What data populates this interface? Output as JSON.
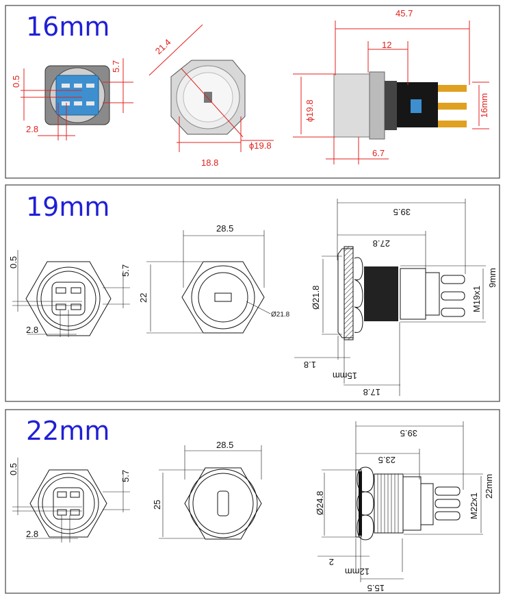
{
  "panels": [
    {
      "title": "16mm",
      "labels": {
        "pin_offset": "0.5",
        "pin_height": "5.7",
        "pin_pitch": "2.8",
        "diagonal": "21.4",
        "diameter": "ϕ19.8",
        "width": "18.8",
        "total_length": "45.7",
        "thread_length": "12",
        "head_diameter": "ϕ19.8",
        "thread": "16mm",
        "head_length": "6.7"
      }
    },
    {
      "title": "19mm",
      "labels": {
        "pin_offset": "0.5",
        "pin_height": "5.7",
        "pin_pitch": "2.8",
        "width": "28.5",
        "height": "22",
        "diameter": "Ø21.8",
        "total_length": "39.5",
        "body_length": "27.8",
        "head_diameter": "Ø21.8",
        "thread": "M19x1",
        "pin_span": "9mm",
        "head_thickness": "1.8",
        "panel": "15mm",
        "thread_length": "17.8"
      }
    },
    {
      "title": "22mm",
      "labels": {
        "pin_offset": "0.5",
        "pin_height": "5.7",
        "pin_pitch": "2.8",
        "width": "28.5",
        "height": "25",
        "total_length": "39.5",
        "body_length": "23.5",
        "head_diameter": "Ø24.8",
        "thread": "M22x1",
        "pin_span": "22mm",
        "head_thickness": "2",
        "panel": "12mm",
        "thread_length": "15.5"
      }
    }
  ],
  "colors": {
    "title": "#1f1fd6",
    "dimension_red": "#e0201c"
  }
}
